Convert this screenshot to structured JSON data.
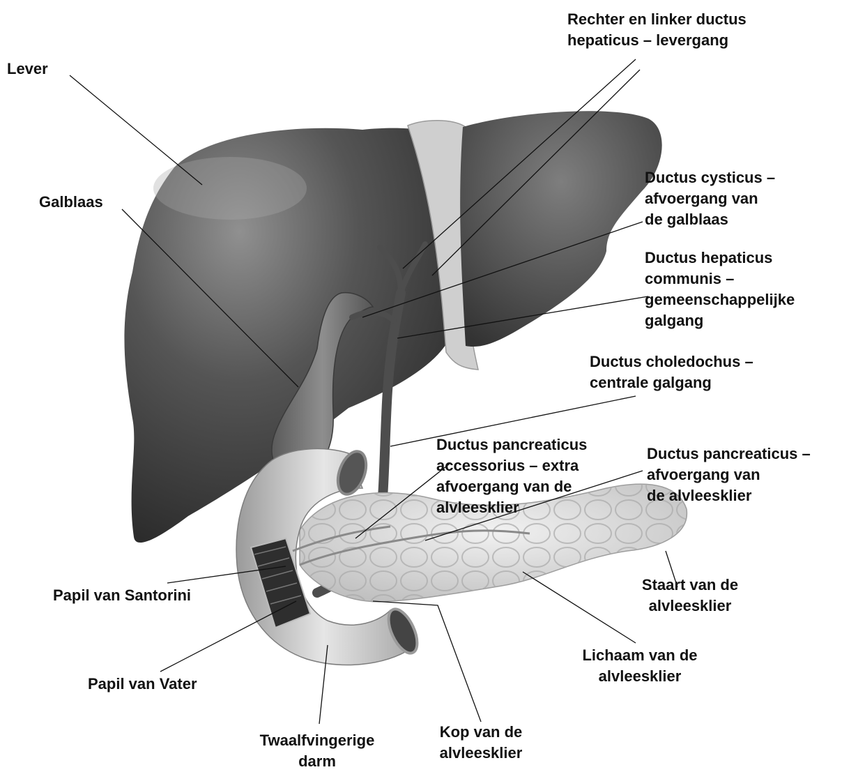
{
  "labels": {
    "lever": "Lever",
    "galblaas": "Galblaas",
    "ductus_hepaticus": "Rechter en linker ductus\nhepaticus – levergang",
    "ductus_cysticus": "Ductus cysticus –\nafvoergang van\nde galblaas",
    "ductus_hepaticus_communis": "Ductus hepaticus\ncommunis –\ngemeenschappelijke\ngalgang",
    "ductus_choledochus": "Ductus choledochus –\ncentrale galgang",
    "ductus_pancreaticus_accessorius": "Ductus pancreaticus\naccessorius – extra\nafvoergang van de\nalvleesklier",
    "ductus_pancreaticus": "Ductus pancreaticus –\nafvoergang van\nde alvleesklier",
    "staart_alvleesklier": "Staart van de\nalvleesklier",
    "lichaam_alvleesklier": "Lichaam van de\nalvleesklier",
    "kop_alvleesklier": "Kop van de\nalvleesklier",
    "twaalfvingerige_darm": "Twaalfvingerige\ndarm",
    "papil_santorini": "Papil van Santorini",
    "papil_vater": "Papil van Vater"
  },
  "colors": {
    "liver": "#4a4a4a",
    "liver_highlight": "#8a8a8a",
    "pancreas": "#dcdcdc",
    "duodenum": "#c8c8c8",
    "duct": "#555555",
    "leader": "#111111"
  }
}
